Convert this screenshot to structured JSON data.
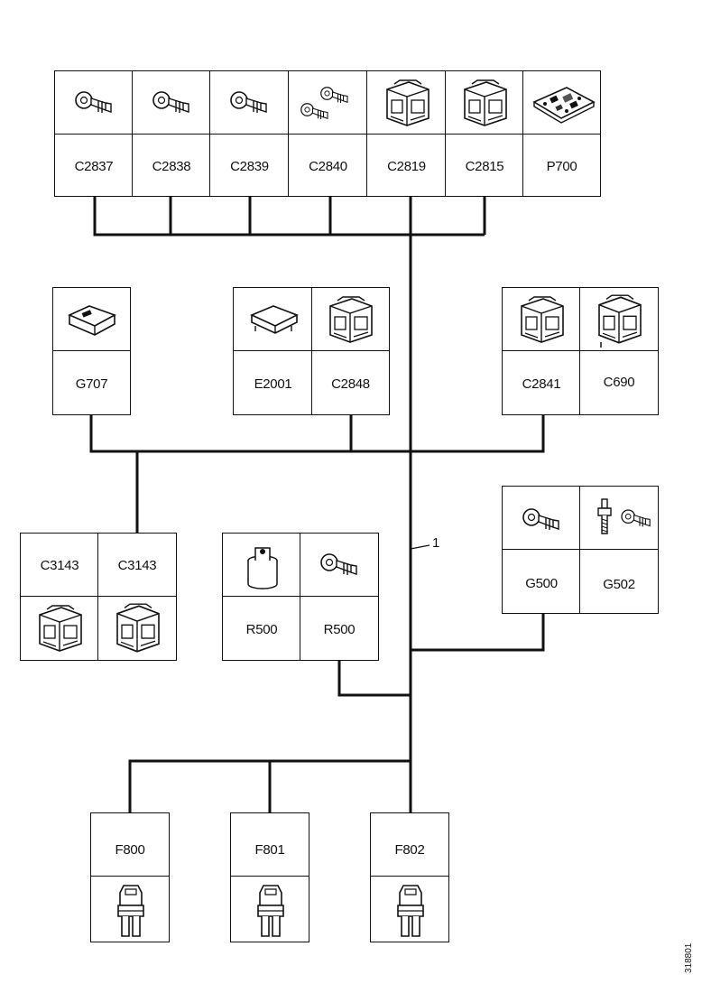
{
  "top_group": {
    "labels": [
      "C2837",
      "C2838",
      "C2839",
      "C2840",
      "C2819",
      "C2815",
      "P700"
    ],
    "icons": [
      "ring-terminal-icon",
      "ring-terminal-icon",
      "ring-terminal-icon",
      "double-ring-terminal-icon",
      "connector-icon",
      "connector-icon",
      "circuit-board-icon"
    ]
  },
  "g707": {
    "label": "G707",
    "icon": "connector-plug-icon"
  },
  "middle_group": {
    "labels": [
      "E2001",
      "C2848"
    ],
    "icons": [
      "module-icon",
      "connector-icon"
    ]
  },
  "right_group": {
    "labels": [
      "C2841",
      "C690"
    ],
    "icons": [
      "connector-icon",
      "connector-icon"
    ]
  },
  "c3143_group": {
    "labels": [
      "C3143",
      "C3143"
    ],
    "icons": [
      "connector-icon",
      "connector-icon"
    ]
  },
  "r500_group": {
    "labels": [
      "R500",
      "R500"
    ],
    "icons": [
      "resistor-icon",
      "ring-terminal-icon"
    ]
  },
  "ground_group": {
    "labels": [
      "G500",
      "G502"
    ],
    "icons": [
      "ring-terminal-icon",
      "ground-stud-icon"
    ]
  },
  "fuses": {
    "labels": [
      "F800",
      "F801",
      "F802"
    ],
    "icon": "fuse-icon"
  },
  "callout": "1",
  "doc_id": "318801"
}
